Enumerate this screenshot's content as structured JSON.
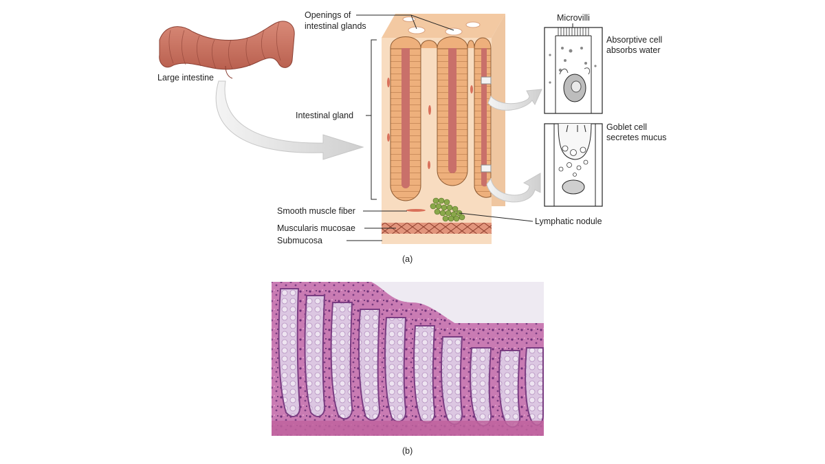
{
  "figure_a": {
    "panel_label": "(a)",
    "labels": {
      "large_intestine": "Large intestine",
      "openings_line1": "Openings of",
      "openings_line2": "intestinal glands",
      "intestinal_gland": "Intestinal gland",
      "smooth_muscle_fiber": "Smooth muscle fiber",
      "muscularis_mucosae": "Muscularis mucosae",
      "submucosa": "Submucosa",
      "lymphatic_nodule": "Lymphatic nodule",
      "microvilli": "Microvilli",
      "absorptive_line1": "Absorptive cell",
      "absorptive_line2": "absorbs water",
      "goblet_line1": "Goblet cell",
      "goblet_line2": "secretes mucus"
    }
  },
  "figure_b": {
    "panel_label": "(b)"
  },
  "colors": {
    "tissue": "#f8dcc0",
    "gland_epithelium": "#e9a777",
    "gland_lumen": "#c9706a",
    "muscle": "#d98a73",
    "nodule": "#8aa84a",
    "arrow": "#d8d8d8",
    "histology_base": "#c87ab0",
    "histology_dark": "#7a3d82"
  }
}
